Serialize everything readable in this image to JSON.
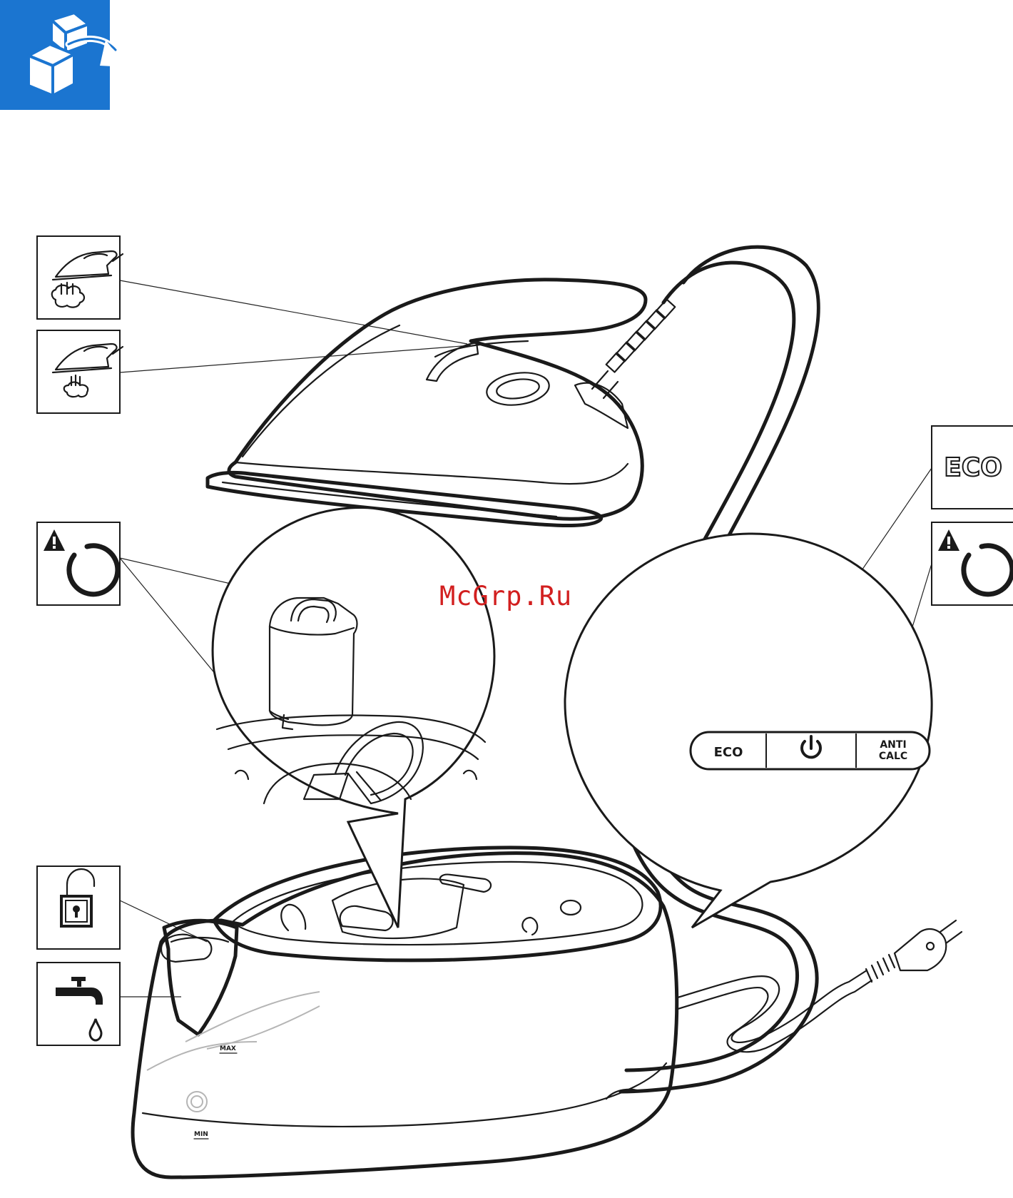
{
  "header": {
    "badge_icon": "unpack-box-icon",
    "badge_color": "#1b75d0"
  },
  "watermark": {
    "text": "McGrp.Ru",
    "color": "#d21f1f"
  },
  "control_panel": {
    "eco_label": "ECO",
    "power_icon": "power-icon",
    "anticalc_line1": "ANTI",
    "anticalc_line2": "CALC"
  },
  "callouts": {
    "eco_box_label": "ECO",
    "steam_continuous_icon": "iron-continuous-steam-icon",
    "steam_burst_icon": "iron-steam-burst-icon",
    "descale_warning_icon": "warning-rotate-icon",
    "unlock_icon": "unlock-padlock-icon",
    "water_fill_icon": "water-tap-drop-icon"
  },
  "water_tank": {
    "max_label": "MAX",
    "min_label": "MIN"
  }
}
